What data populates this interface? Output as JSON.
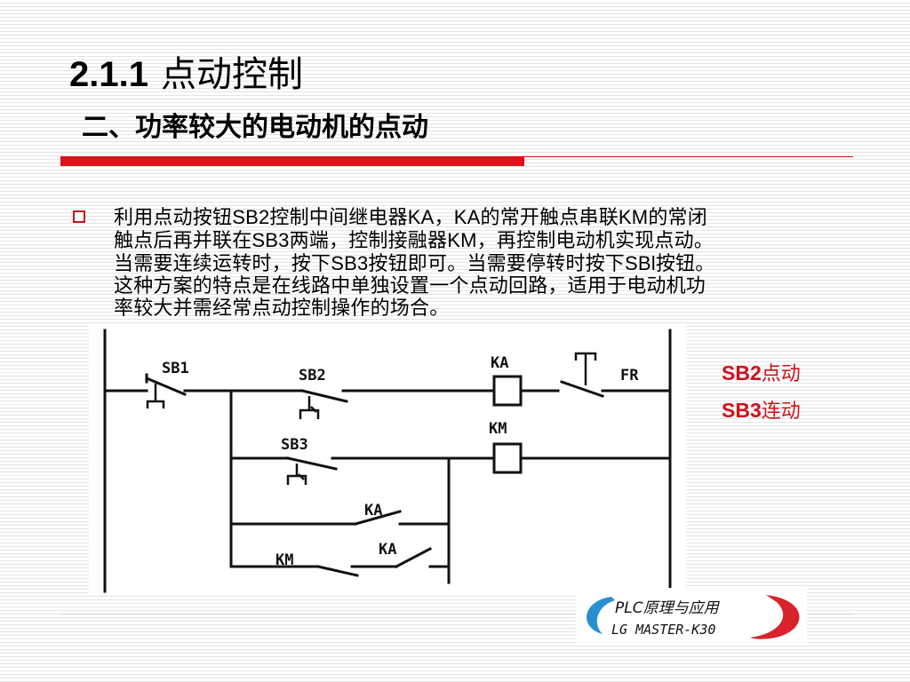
{
  "slide": {
    "title_number": "2.1.1",
    "title_text": "点动控制",
    "subtitle": "二、功率较大的电动机的点动",
    "paragraph": {
      "line1a": "利用点动按钮",
      "line1b": "SB2",
      "line1c": "控制中间继电器",
      "line1d": "KA",
      "line1e": "，",
      "line1f": "KA",
      "line1g": "的常开触点串联",
      "line1h": "KM",
      "line1i": "的常闭",
      "line2a": "触点后再并联在",
      "line2b": "SB3",
      "line2c": "两端，控制接融器",
      "line2d": "KM",
      "line2e": "，再控制电动机实现点动。",
      "line3a": "当需要连续运转时，按下",
      "line3b": "SB3",
      "line3c": "按钮即可。当需要停转时按下",
      "line3d": "SBl",
      "line3e": "按钮。",
      "line4": "这种方案的特点是在线路中单独设置一个点动回路，适用于电动机功",
      "line5": "率较大并需经常点动控制操作的场合。"
    }
  },
  "circuit": {
    "labels": {
      "sb1": "SB1",
      "sb2": "SB2",
      "sb3": "SB3",
      "ka_coil": "KA",
      "km_coil": "KM",
      "fr": "FR",
      "ka_contact_upper": "KA",
      "ka_contact_lower": "KA",
      "km_contact": "KM"
    }
  },
  "legend": {
    "row1_bold": "SB2",
    "row1_text": "点动",
    "row2_bold": "SB3",
    "row2_text": "连动"
  },
  "logo": {
    "line1": "PLC原理与应用",
    "line2": "LG MASTER-K30"
  },
  "colors": {
    "accent_red": "#d9141b",
    "legend_red": "#d0101a",
    "logo_blue": "#2a8fd0",
    "logo_red": "#d8232a"
  }
}
